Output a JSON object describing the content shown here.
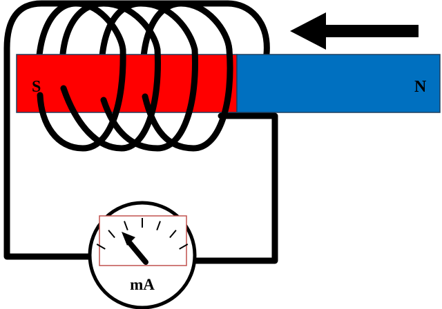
{
  "magnet": {
    "south_label": "S",
    "north_label": "N",
    "south_color": "#ff0000",
    "north_color": "#0070c0",
    "outline_color": "#1f3f5f"
  },
  "coil": {
    "wire_color": "#000000",
    "turns": 4
  },
  "arrow": {
    "direction": "left",
    "color": "#000000"
  },
  "meter": {
    "unit_label": "mA",
    "scale_color": "#c0504d",
    "tick_count": 7,
    "needle_icon": "needle-icon"
  }
}
